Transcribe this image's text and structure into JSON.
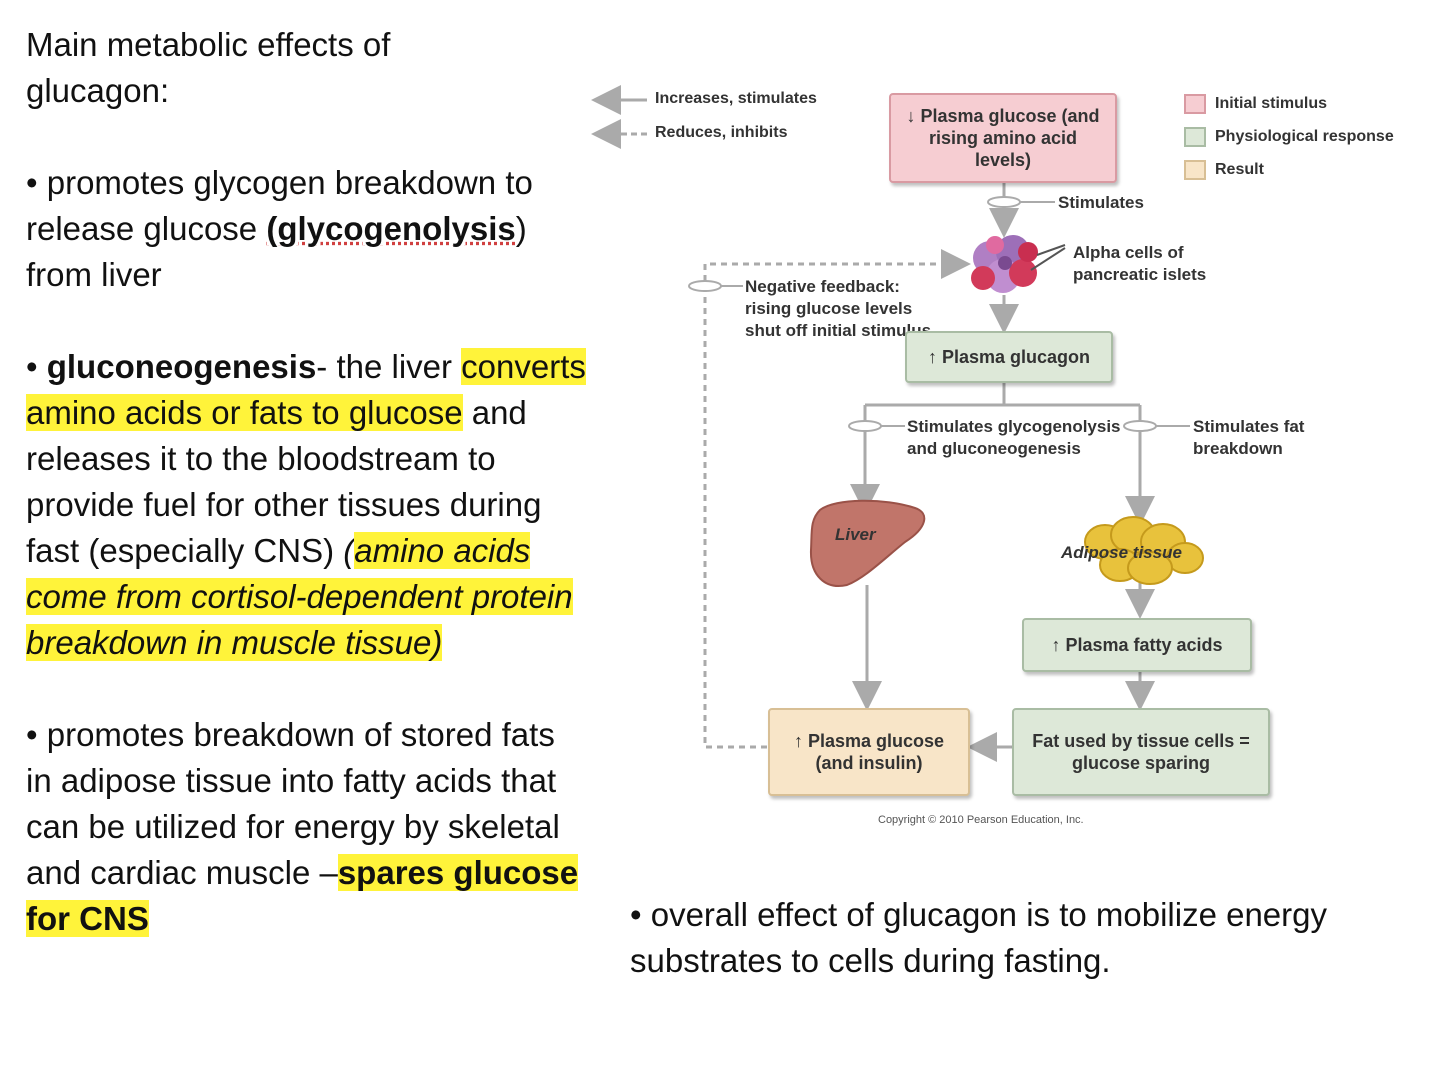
{
  "left": {
    "title_line1": "Main metabolic effects of",
    "title_line2": "glucagon:",
    "p1_pre": "• promotes glycogen breakdown to release glucose ",
    "p1_bold": "(glycogenolysis",
    "p1_post": ") from liver",
    "p2_bullet": "• ",
    "p2_bold": "gluconeogenesis",
    "p2_after_bold": "- the liver ",
    "p2_hl": "converts amino acids or fats to glucose",
    "p2_mid": " and releases it to the bloodstream to provide fuel for other tissues during fast (especially CNS) ",
    "p2_ital_pre": "(",
    "p2_ital_hl": "amino acids come from cortisol-dependent protein breakdown in muscle tissue)",
    "p3_pre": "• promotes breakdown of stored fats in adipose tissue into fatty acids that can be utilized for energy by skeletal and cardiac muscle –",
    "p3_hl": "spares glucose for CNS"
  },
  "diagram": {
    "legend_increases": "Increases, stimulates",
    "legend_reduces": "Reduces, inhibits",
    "key_initial": "Initial stimulus",
    "key_physio": "Physiological response",
    "key_result": "Result",
    "box_plasma_glucose_low": "↓ Plasma glucose (and rising amino acid levels)",
    "stimulates_1": "Stimulates",
    "alpha_cells": "Alpha cells of pancreatic islets",
    "neg_feedback": "Negative feedback: rising glucose levels shut off initial stimulus",
    "box_plasma_glucagon": "↑ Plasma glucagon",
    "stimulates_glyco": "Stimulates glycogenolysis and gluconeogenesis",
    "stimulates_fat": "Stimulates fat breakdown",
    "liver": "Liver",
    "adipose": "Adipose tissue",
    "box_fatty_acids": "↑ Plasma fatty acids",
    "box_plasma_glucose_high": "↑ Plasma glucose (and insulin)",
    "box_fat_used": "Fat used by tissue cells = glucose sparing",
    "copyright": "Copyright © 2010 Pearson Education, Inc.",
    "colors": {
      "initial": "#f6cdd2",
      "physio": "#dde8d8",
      "result": "#f8e5c8"
    }
  },
  "bottom": {
    "text": "• overall effect of glucagon is to mobilize energy substrates to cells during fasting."
  }
}
